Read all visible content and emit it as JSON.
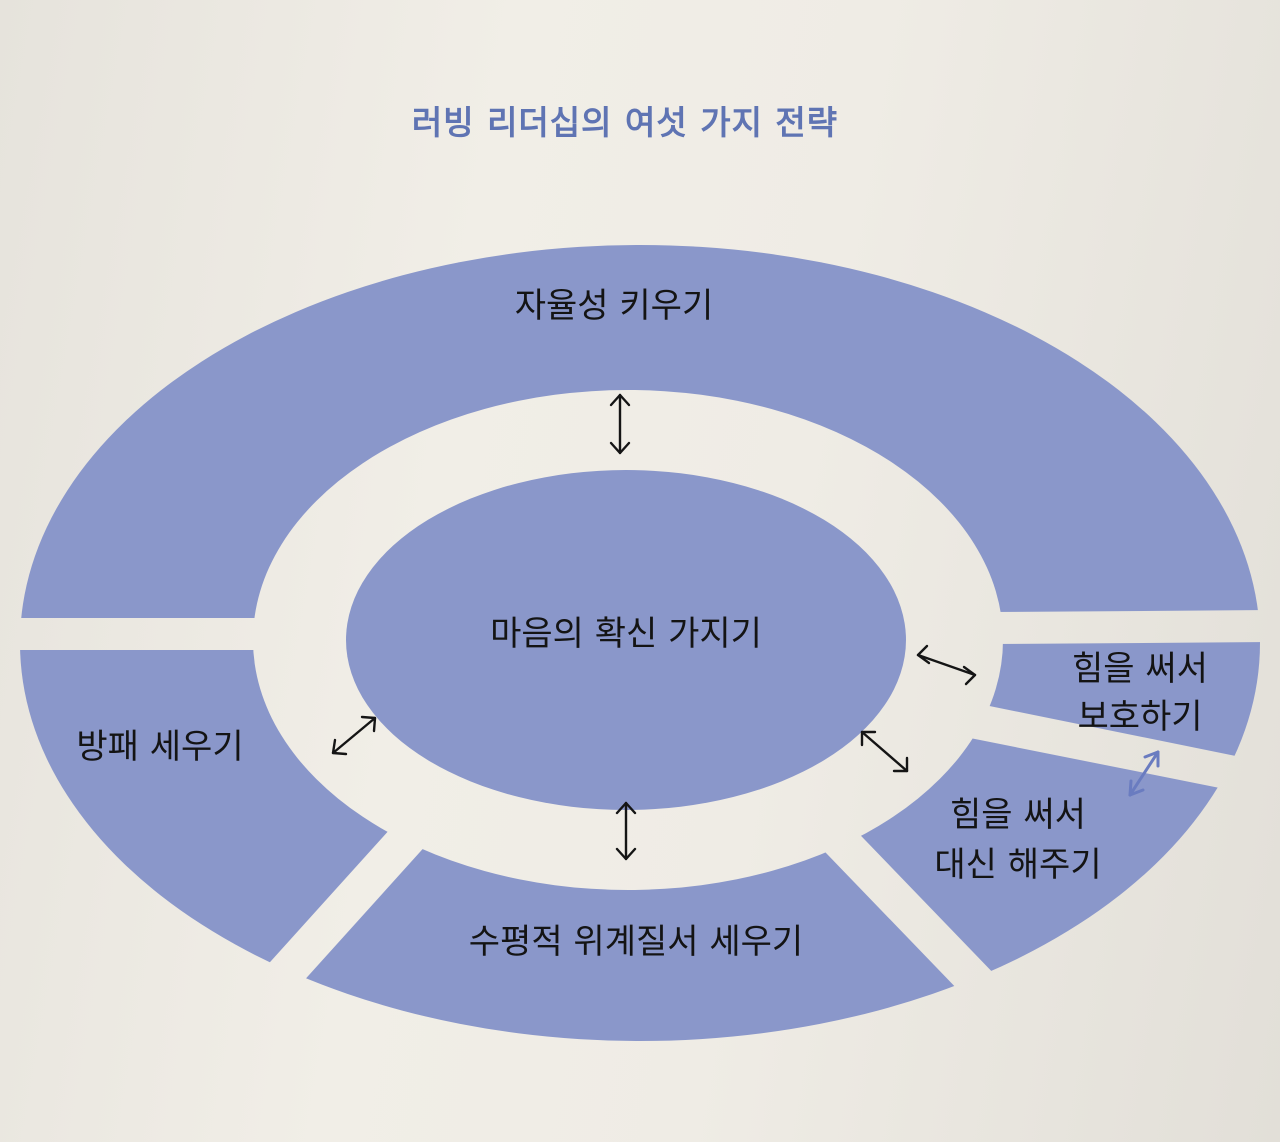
{
  "title": "러빙 리더십의 여섯 가지 전략",
  "center": {
    "label": "마음의 확신 가지기"
  },
  "segments": {
    "top": {
      "label": "자율성 키우기"
    },
    "left": {
      "label": "방패 세우기"
    },
    "bottom": {
      "label": "수평적 위계질서 세우기"
    },
    "right_upper": {
      "line1": "힘을 써서",
      "line2": "보호하기"
    },
    "right_lower": {
      "line1": "힘을 써서",
      "line2": "대신 해주기"
    }
  },
  "colors": {
    "segment_fill": "#8a97ca",
    "center_fill": "#8a97ca",
    "title": "#5f74b3",
    "background": "#ece9e2"
  }
}
